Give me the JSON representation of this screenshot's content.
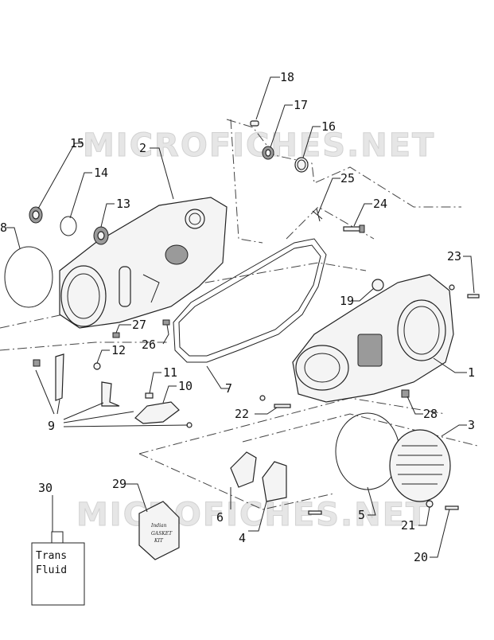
{
  "watermark": {
    "text": "MICROFICHES.NET"
  },
  "callouts": {
    "c1": "1",
    "c2": "2",
    "c3": "3",
    "c4": "4",
    "c5": "5",
    "c6": "6",
    "c7": "7",
    "c8": "8",
    "c9": "9",
    "c10": "10",
    "c11": "11",
    "c12": "12",
    "c13": "13",
    "c14": "14",
    "c15": "15",
    "c16": "16",
    "c17": "17",
    "c18": "18",
    "c19": "19",
    "c20": "20",
    "c21": "21",
    "c22": "22",
    "c23": "23",
    "c24": "24",
    "c25": "25",
    "c26": "26",
    "c27": "27",
    "c28": "28",
    "c29": "29",
    "c30": "30"
  },
  "bottle": {
    "line1": "Trans",
    "line2": "Fluid"
  },
  "gasket_kit": {
    "brand": "Indian",
    "line1": "GASKET",
    "line2": "KIT"
  }
}
